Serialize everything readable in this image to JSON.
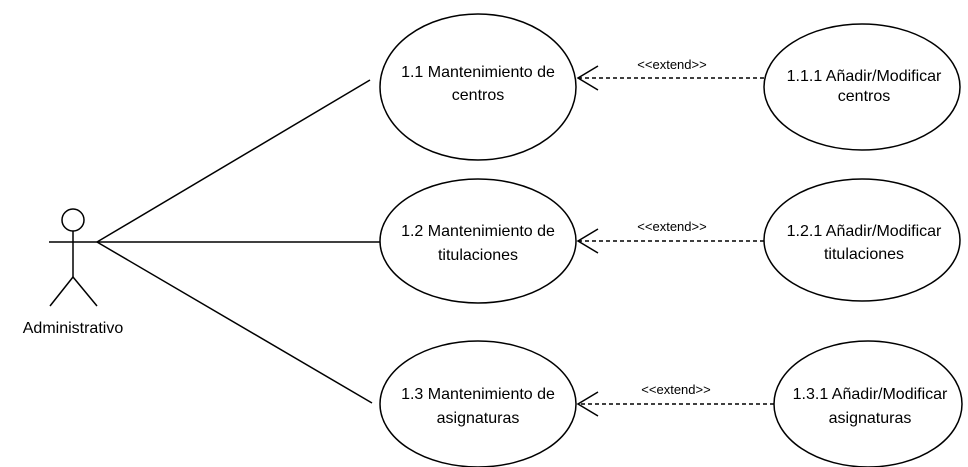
{
  "actor": {
    "label": "Administrativo"
  },
  "use_cases": [
    {
      "id": "uc-1-1",
      "lines": [
        "1.1 Mantenimiento de",
        "centros"
      ]
    },
    {
      "id": "uc-1-2",
      "lines": [
        "1.2 Mantenimiento de",
        "titulaciones"
      ]
    },
    {
      "id": "uc-1-3",
      "lines": [
        "1.3 Mantenimiento de",
        "asignaturas"
      ]
    }
  ],
  "extensions": [
    {
      "id": "ext-1-1-1",
      "lines": [
        "1.1.1 Añadir/Modificar",
        "centros"
      ]
    },
    {
      "id": "ext-1-2-1",
      "lines": [
        "1.2.1 Añadir/Modificar",
        "titulaciones"
      ]
    },
    {
      "id": "ext-1-3-1",
      "lines": [
        "1.3.1 Añadir/Modificar",
        "asignaturas"
      ]
    }
  ],
  "relations": [
    {
      "label": "<<extend>>"
    },
    {
      "label": "<<extend>>"
    },
    {
      "label": "<<extend>>"
    }
  ]
}
